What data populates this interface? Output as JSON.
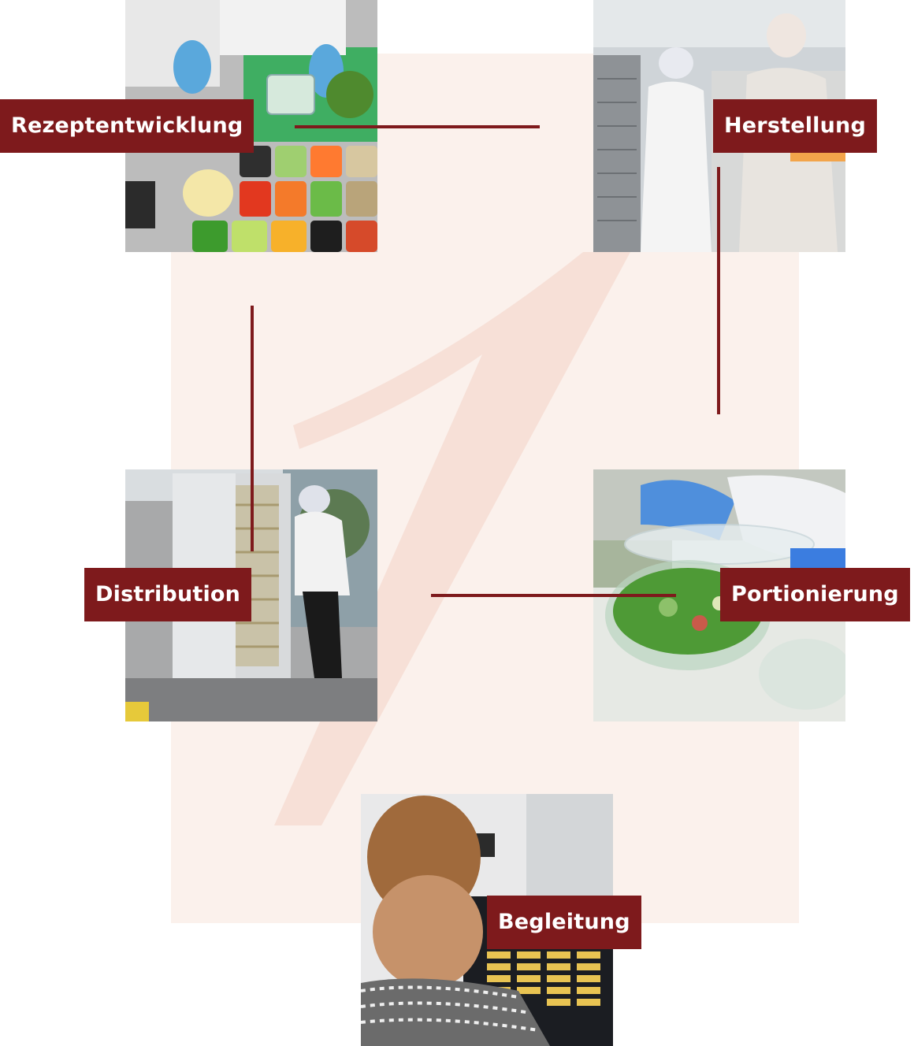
{
  "steps": {
    "rezeptentwicklung": "Rezeptentwicklung",
    "herstellung": "Herstellung",
    "distribution": "Distribution",
    "portionierung": "Portionierung",
    "begleitung": "Begleitung"
  },
  "colors": {
    "accent": "#7e1a1c",
    "background_panel": "#fbf1ec",
    "logo_tint": "#f6ddd4"
  }
}
